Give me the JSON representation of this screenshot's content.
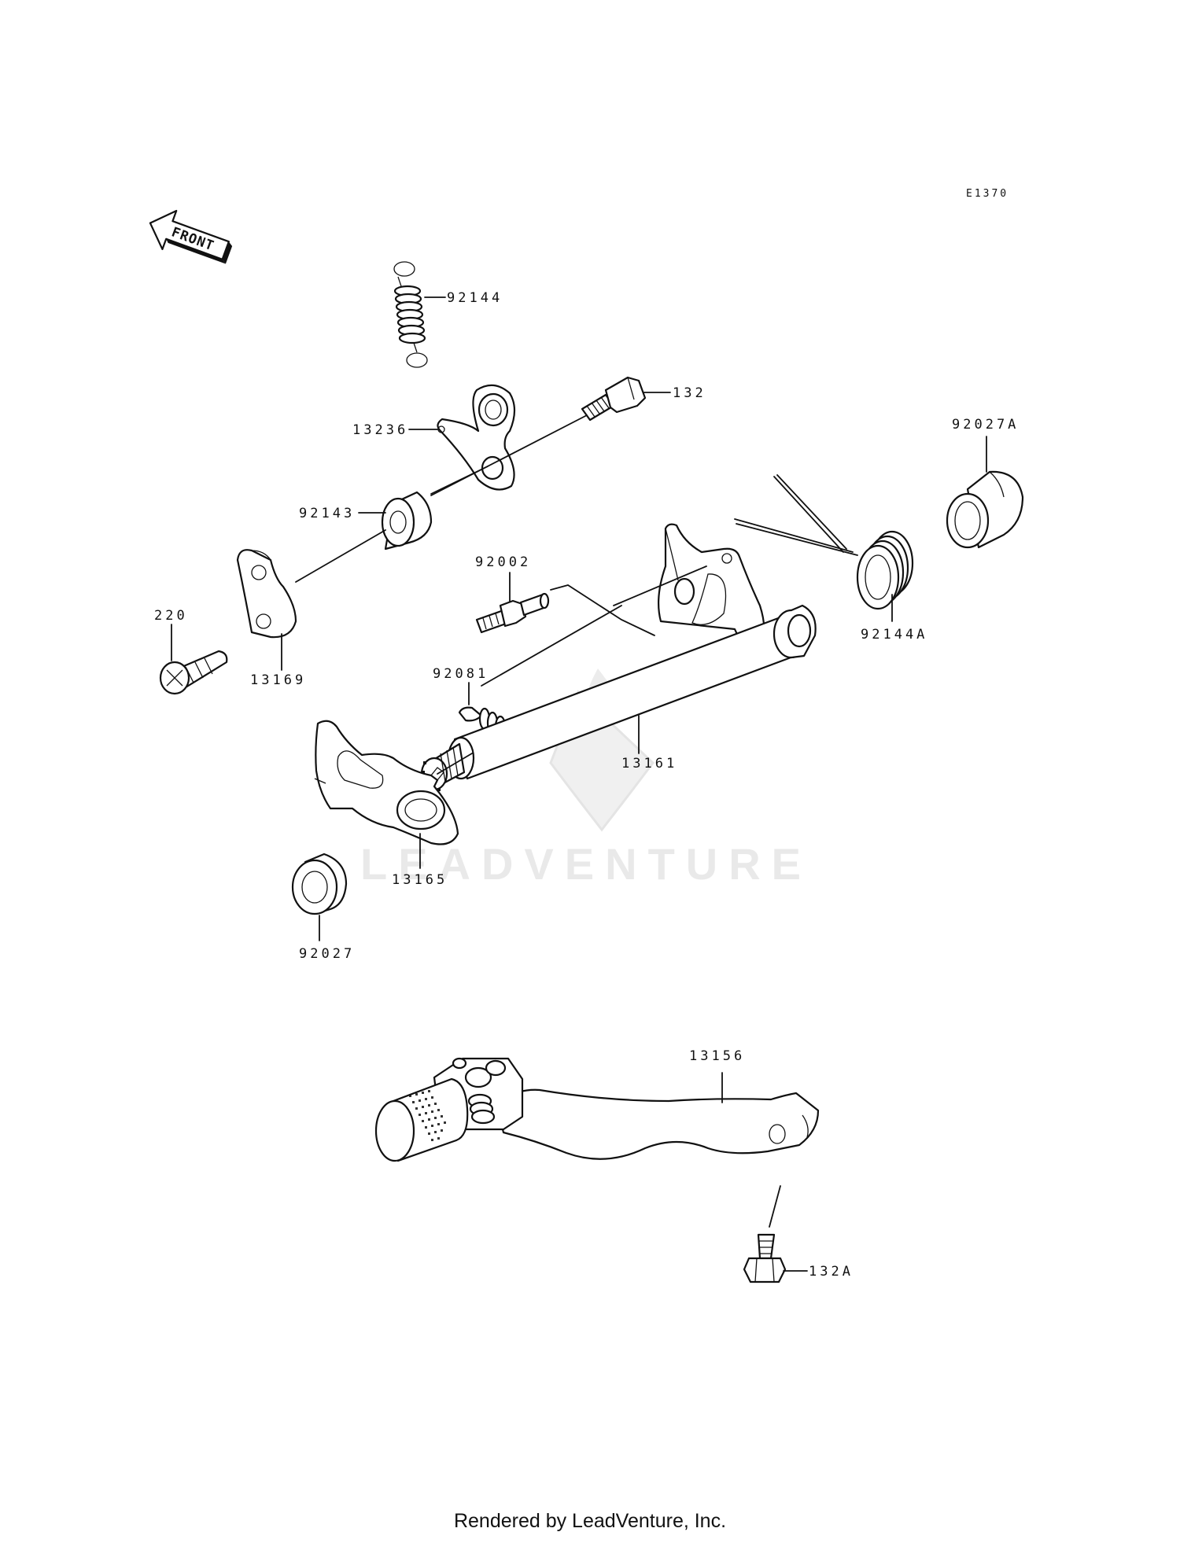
{
  "diagram_ref": "E1370",
  "front_label": "FRONT",
  "watermark": "LEADVENTURE",
  "footer": "Rendered by LeadVenture, Inc.",
  "parts": [
    {
      "id": "92144",
      "label": "92144"
    },
    {
      "id": "132",
      "label": "132"
    },
    {
      "id": "13236",
      "label": "13236"
    },
    {
      "id": "92027A",
      "label": "92027A"
    },
    {
      "id": "92143",
      "label": "92143"
    },
    {
      "id": "92002",
      "label": "92002"
    },
    {
      "id": "220",
      "label": "220"
    },
    {
      "id": "13169",
      "label": "13169"
    },
    {
      "id": "92144A",
      "label": "92144A"
    },
    {
      "id": "92081",
      "label": "92081"
    },
    {
      "id": "13161",
      "label": "13161"
    },
    {
      "id": "13165",
      "label": "13165"
    },
    {
      "id": "92027",
      "label": "92027"
    },
    {
      "id": "13156",
      "label": "13156"
    },
    {
      "id": "132A",
      "label": "132A"
    }
  ]
}
